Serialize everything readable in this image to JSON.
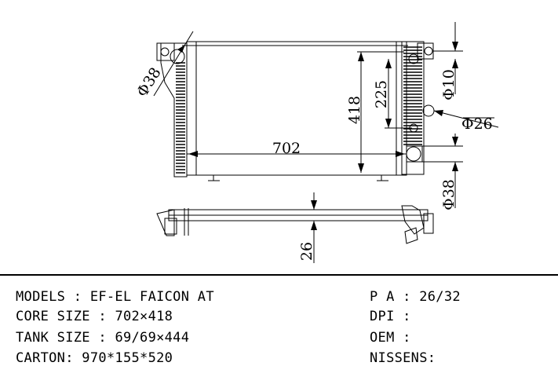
{
  "drawing": {
    "dimensions": {
      "core_width": "702",
      "core_height": "418",
      "height_inner": "225",
      "inlet_dia": "Φ38",
      "outlet_dia": "Φ38",
      "small_port_dia": "Φ10",
      "filler_dia": "Φ26",
      "thickness": "26"
    }
  },
  "specs": {
    "left": [
      {
        "label": "MODELS",
        "sep": " : ",
        "value": "EF-EL FAICON AT"
      },
      {
        "label": "CORE SIZE",
        "sep": " : ",
        "value": "702×418"
      },
      {
        "label": "TANK SIZE",
        "sep": " : ",
        "value": "69/69×444"
      },
      {
        "label": "CARTON",
        "sep": ": ",
        "value": "970*155*520"
      }
    ],
    "right": [
      {
        "label": "P A",
        "sep": " : ",
        "value": "26/32"
      },
      {
        "label": "DPI",
        "sep": " :",
        "value": ""
      },
      {
        "label": "OEM",
        "sep": " :",
        "value": ""
      },
      {
        "label": "NISSENS",
        "sep": ":",
        "value": ""
      }
    ]
  }
}
